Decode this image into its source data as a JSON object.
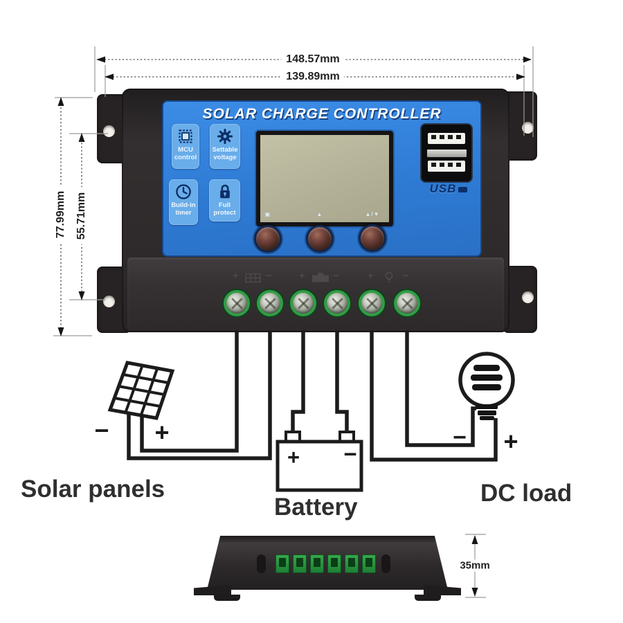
{
  "dimensions": {
    "width_outer": "148.57mm",
    "width_inner": "139.89mm",
    "height_outer": "77.99mm",
    "height_inner": "55.71mm",
    "side_height": "35mm"
  },
  "controller": {
    "title": "SOLAR CHARGE CONTROLLER",
    "features": [
      {
        "icon": "mcu-chip-icon",
        "line1": "MCU",
        "line2": "control"
      },
      {
        "icon": "gear-icon",
        "line1": "Settable",
        "line2": "voltage"
      },
      {
        "icon": "clock-icon",
        "line1": "Build-in",
        "line2": "timer"
      },
      {
        "icon": "padlock-icon",
        "line1": "Full",
        "line2": "protect"
      }
    ],
    "button_labels": [
      "▣",
      "▲",
      "▲/▼"
    ],
    "usb_label": "USB",
    "terminal_markings": {
      "solar_plus": "+",
      "solar_minus": "−",
      "battery_plus": "+",
      "battery_minus": "−",
      "load_plus": "+",
      "load_minus": "−"
    }
  },
  "wiring_diagram": {
    "solar": {
      "icon": "solar-panel-icon",
      "label": "Solar panels",
      "neg": "−",
      "pos": "+"
    },
    "battery": {
      "icon": "battery-icon",
      "label": "Battery",
      "pos": "+",
      "neg": "−"
    },
    "dc_load": {
      "icon": "light-bulb-icon",
      "label": "DC load",
      "neg": "−",
      "pos": "+"
    }
  },
  "colors": {
    "faceplate_blue": "#2f7bd4",
    "tile_blue": "#69adea",
    "icon_navy": "#0c2f66",
    "lcd_green": "#b5b398",
    "body_dark": "#2e2a2b",
    "terminal_green": "#2f9e44",
    "wire_black": "#1c1c1c"
  }
}
